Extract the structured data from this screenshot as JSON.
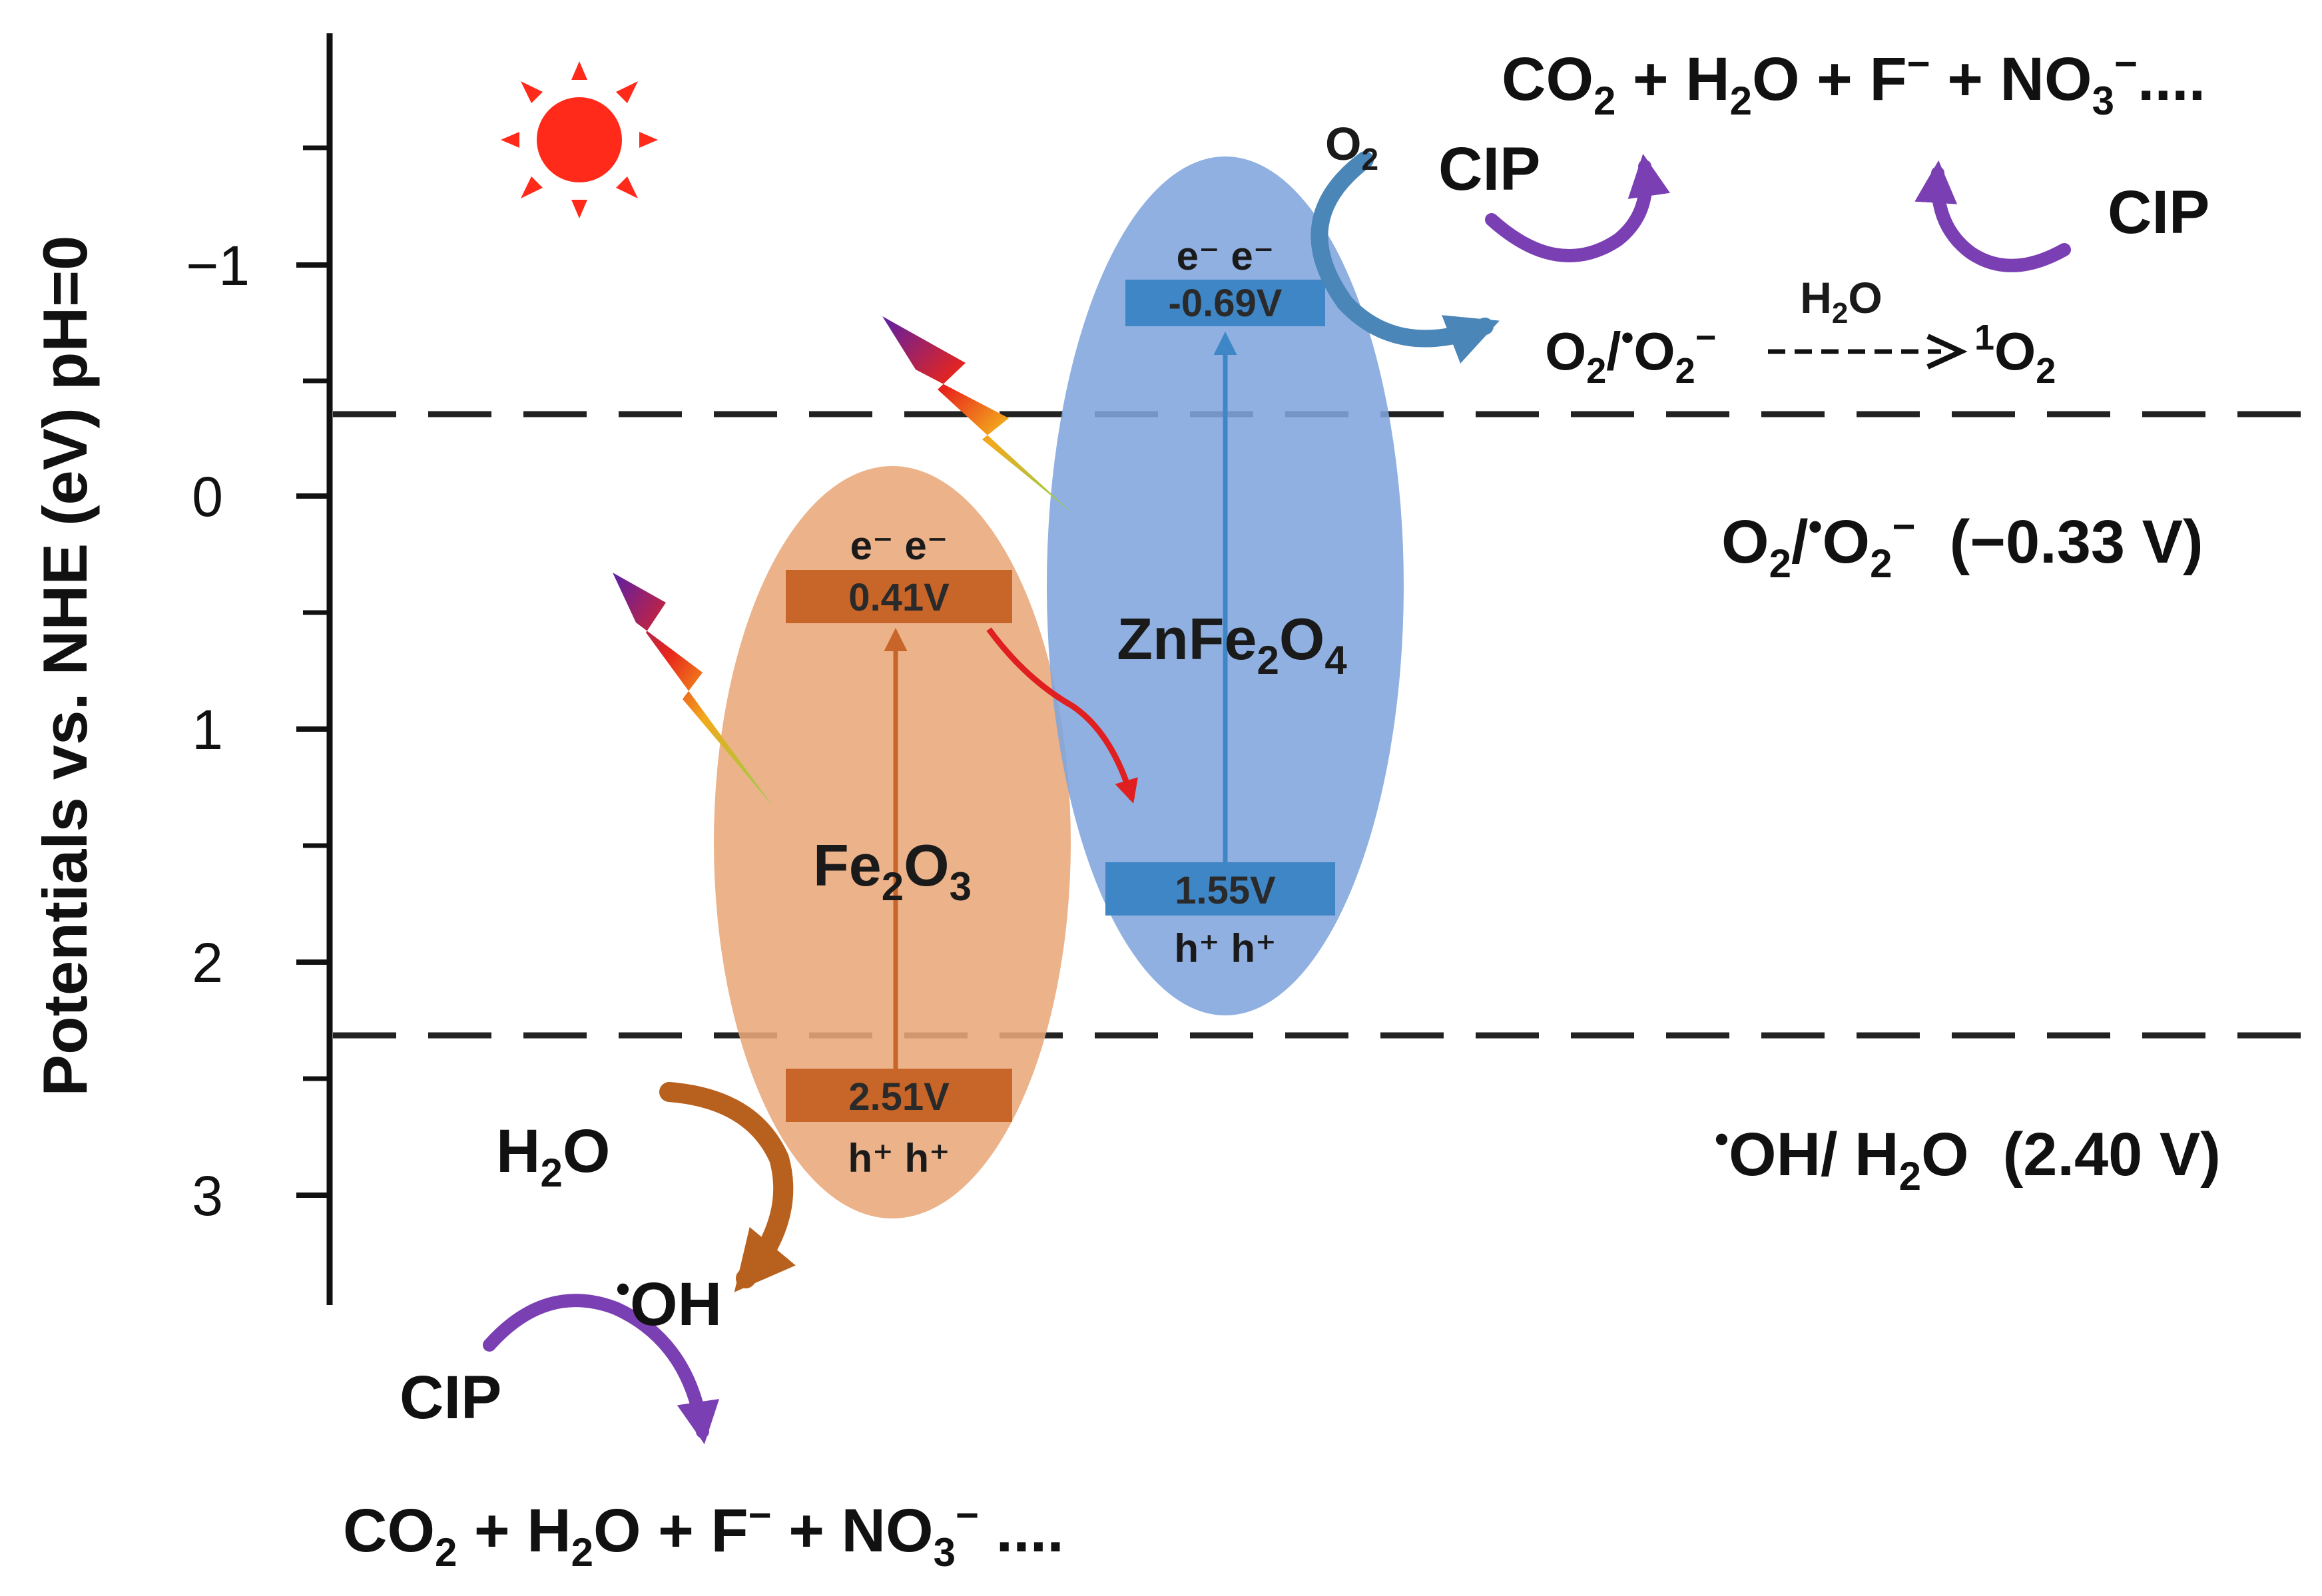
{
  "axis": {
    "label": "Potentials vs. NHE (eV) pH=0",
    "ticks": [
      "−1",
      "0",
      "1",
      "2",
      "3"
    ]
  },
  "reference_lines": [
    {
      "label_parts": [
        "O",
        "2",
        "/",
        "•",
        "O",
        "2",
        "−",
        "  (−0.33 V)"
      ]
    },
    {
      "label_parts": [
        "•",
        "OH/ H",
        "2",
        "O  (2.40 V)"
      ]
    }
  ],
  "materials": {
    "fe2o3": {
      "name_parts": [
        "Fe",
        "2",
        "O",
        "3"
      ],
      "cb_value": "0.41V",
      "vb_value": "2.51V",
      "cb_carriers": "e⁻ e⁻",
      "vb_carriers": "h⁺ h⁺"
    },
    "znfe2o4": {
      "name_parts": [
        "ZnFe",
        "2",
        "O",
        "4"
      ],
      "cb_value": "-0.69V",
      "vb_value": "1.55V",
      "cb_carriers": "e⁻ e⁻",
      "vb_carriers": "h⁺ h⁺"
    }
  },
  "reactions": {
    "top_products_parts": [
      "CO",
      "2",
      " + H",
      "2",
      "O + F",
      "−",
      " + NO",
      "3",
      "−",
      "...."
    ],
    "bottom_products_parts": [
      "CO",
      "2",
      " + H",
      "2",
      "O + F",
      "−",
      " + NO",
      "3",
      "−",
      " ...."
    ],
    "cip_labels": [
      "CIP",
      "CIP",
      "CIP"
    ],
    "o2_parts": [
      "O",
      "2"
    ],
    "superoxide_parts": [
      "O",
      "2",
      "/",
      "•",
      "O",
      "2",
      "−"
    ],
    "h2o_over_arrow_parts": [
      "H",
      "2",
      "O"
    ],
    "singlet_o2_parts": [
      "1",
      "O",
      "2"
    ],
    "water_parts": [
      "H",
      "2",
      "O"
    ],
    "hydroxyl_parts": [
      "•",
      "OH"
    ]
  },
  "colors": {
    "fe2o3_ellipse": "#e9a77a",
    "fe2o3_band": "#c8662a",
    "znfe2o4_ellipse": "#7fa5dd",
    "znfe2o4_band": "#3f86c6",
    "cip_arrow": "#7a3fb3",
    "sun": "#ff2a1a",
    "transfer_arrow": "#e02020"
  },
  "icons": [
    "sun-icon",
    "lightning-icon"
  ]
}
